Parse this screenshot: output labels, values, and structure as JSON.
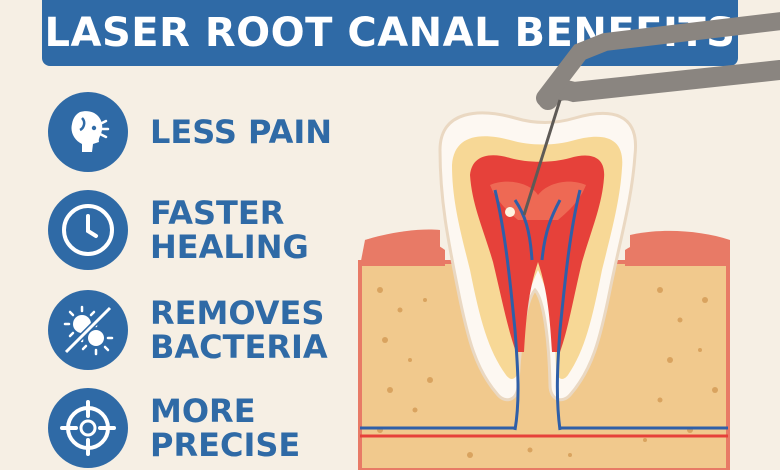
{
  "header": {
    "title": "LASER ROOT CANAL BENEFITS"
  },
  "benefits": [
    {
      "line1": "LESS PAIN",
      "line2": "",
      "icon": "face-pain-icon"
    },
    {
      "line1": "FASTER",
      "line2": "HEALING",
      "icon": "clock-icon"
    },
    {
      "line1": "REMOVES",
      "line2": "BACTERIA",
      "icon": "bacteria-icon"
    },
    {
      "line1": "MORE",
      "line2": "PRECISE",
      "icon": "crosshair-icon"
    }
  ],
  "colors": {
    "brand_blue": "#2f6aa6",
    "background": "#f6efe4",
    "gum": "#e87a66",
    "bone": "#f1c98d",
    "pulp": "#e6413a",
    "nerve": "#2f5fa8"
  }
}
